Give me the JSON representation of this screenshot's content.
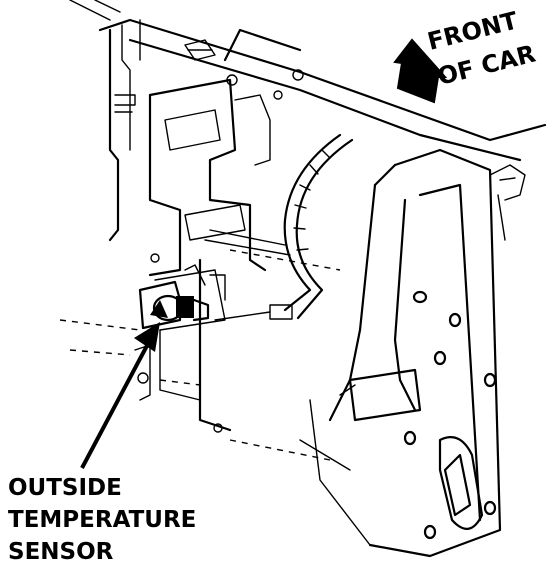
{
  "front_label": [
    "FRONT",
    "OF CAR"
  ],
  "sensor_label": [
    "OUTSIDE",
    "TEMPERATURE",
    "SENSOR"
  ]
}
